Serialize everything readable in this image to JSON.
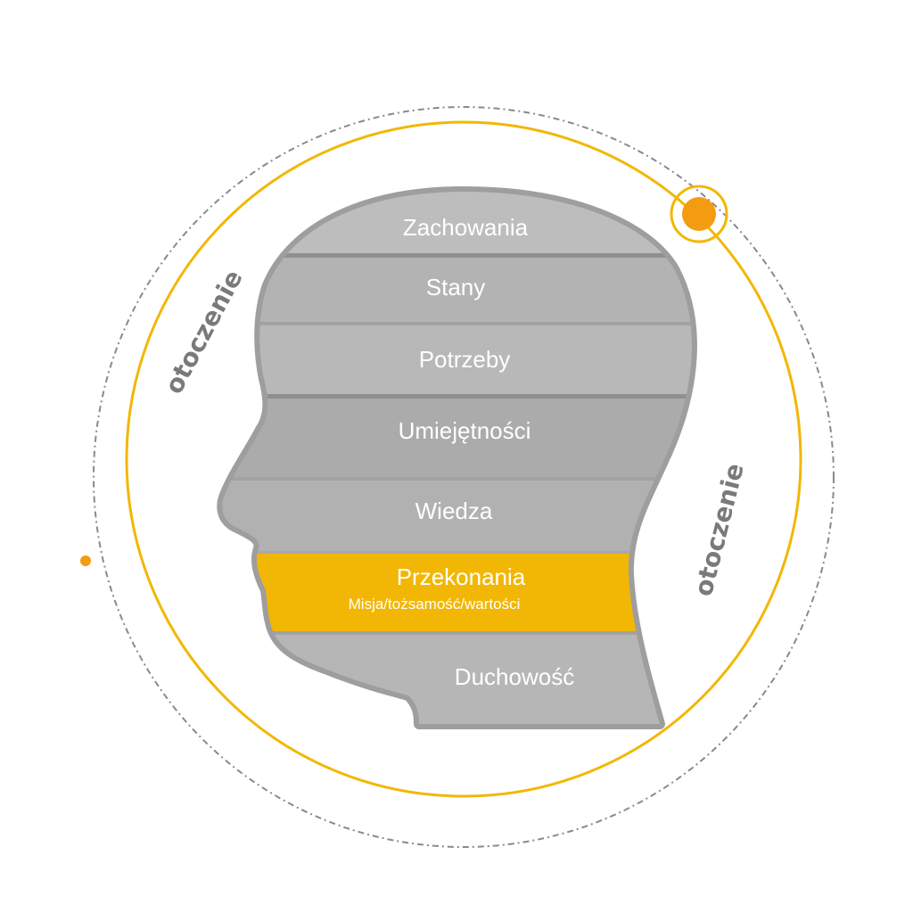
{
  "diagram": {
    "layers": [
      {
        "label": "Zachowania",
        "sub": "",
        "color": "#bdbdbd"
      },
      {
        "label": "Stany",
        "sub": "",
        "color": "#b3b3b3"
      },
      {
        "label": "Potrzeby",
        "sub": "",
        "color": "#b8b8b8"
      },
      {
        "label": "Umiejętności",
        "sub": "",
        "color": "#ababab"
      },
      {
        "label": "Wiedza",
        "sub": "",
        "color": "#b1b1b1"
      },
      {
        "label": "Przekonania",
        "sub": "Misja/tożsamość/wartości",
        "color": "#f2b705"
      },
      {
        "label": "Duchowość",
        "sub": "",
        "color": "#b6b6b6"
      }
    ],
    "environment_label_left": "otoczenie",
    "environment_label_right": "otoczenie",
    "colors": {
      "accent": "#f2b705",
      "accent_dot": "#f39c12",
      "head_outline": "#9e9e9e",
      "band_separator": "#8f8f8f",
      "dashed_ring": "#8a8a8a",
      "label_text": "#ffffff",
      "environment_text": "#7a7a7a"
    }
  }
}
